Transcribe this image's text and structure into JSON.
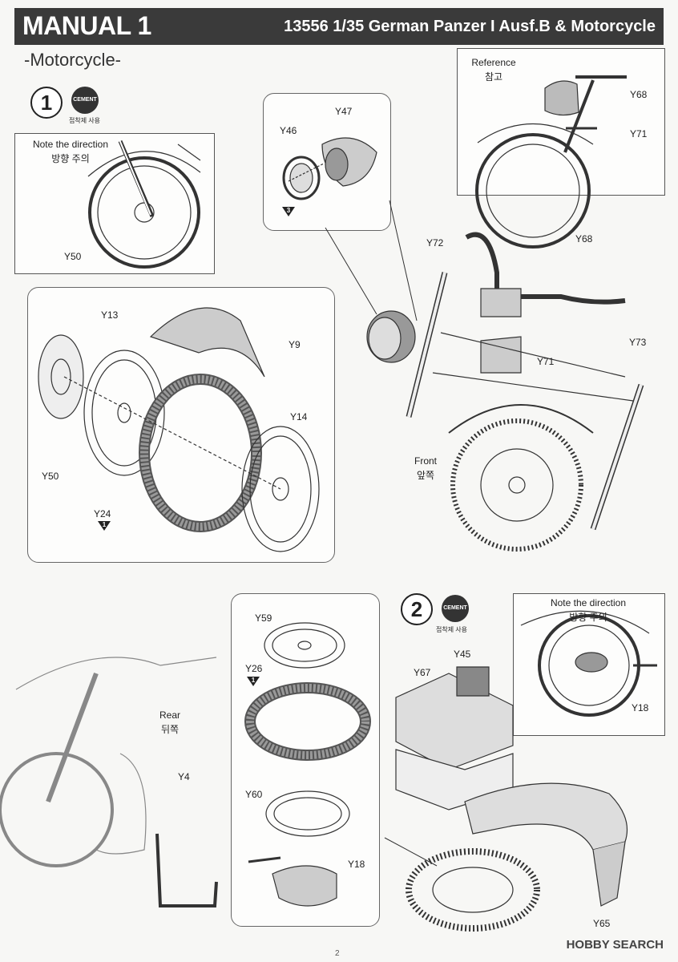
{
  "header": {
    "title": "MANUAL 1",
    "kit": "13556 1/35 German Panzer I Ausf.B & Motorcycle"
  },
  "section": "-Motorcycle-",
  "steps": [
    {
      "number": "1",
      "cement_label": "CEMENT",
      "cement_caption": "접착제 사용"
    },
    {
      "number": "2",
      "cement_label": "CEMENT",
      "cement_caption": "접착제 사용"
    }
  ],
  "notes": {
    "direction_en": "Note the direction",
    "direction_ko": "방향 주의",
    "reference_en": "Reference",
    "reference_ko": "참고",
    "front_en": "Front",
    "front_ko": "앞쪽",
    "rear_en": "Rear",
    "rear_ko": "뒤쪽"
  },
  "parts": {
    "y50a": "Y50",
    "y68a": "Y68",
    "y71a": "Y71",
    "y46": "Y46",
    "y47": "Y47",
    "y72": "Y72",
    "y68b": "Y68",
    "y13": "Y13",
    "y9": "Y9",
    "y14": "Y14",
    "y50b": "Y50",
    "y24": "Y24",
    "y71b": "Y71",
    "y73": "Y73",
    "y59": "Y59",
    "y26": "Y26",
    "y4": "Y4",
    "y60": "Y60",
    "y18a": "Y18",
    "y45": "Y45",
    "y67": "Y67",
    "y18b": "Y18",
    "y65": "Y65"
  },
  "markers": {
    "m3": "3",
    "m1a": "1",
    "m1b": "1"
  },
  "footer": {
    "page": "2",
    "watermark": "HOBBY SEARCH"
  }
}
